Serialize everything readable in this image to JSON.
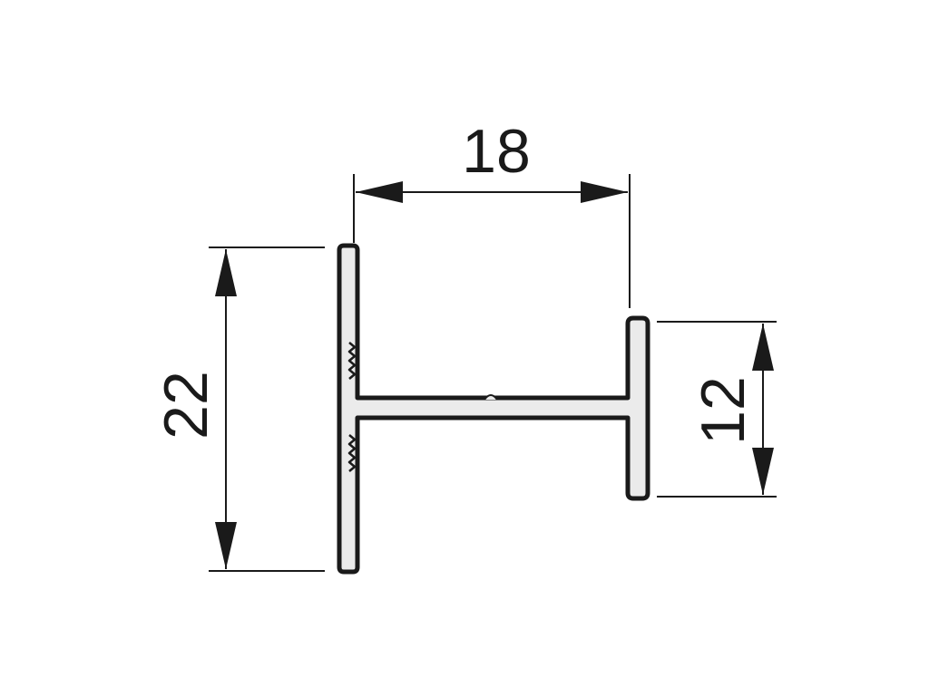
{
  "dimensions": {
    "top_width": "18",
    "left_height": "22",
    "right_height": "12"
  },
  "colors": {
    "line": "#1a1a1a",
    "profile_fill": "#ebebeb",
    "background": "#ffffff"
  }
}
